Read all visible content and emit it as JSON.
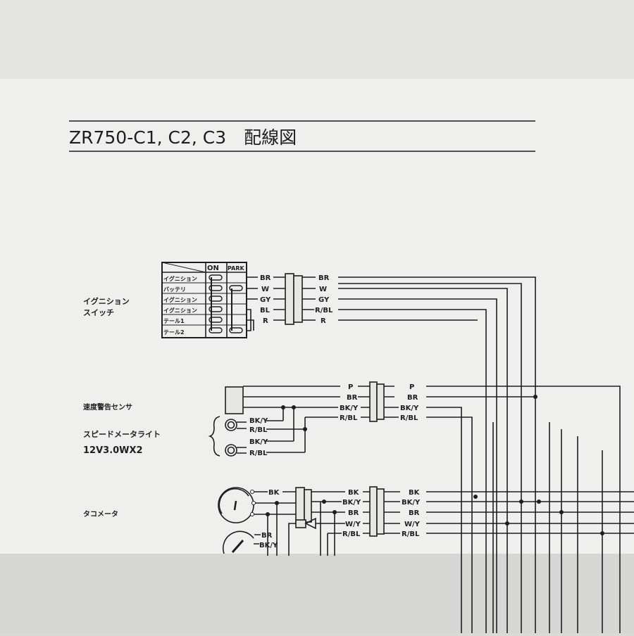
{
  "title": "ZR750-C1, C2, C3　配線図",
  "ignition_switch": {
    "label_line1": "イグニション",
    "label_line2": "スイッチ",
    "header": [
      "ON",
      "PARK"
    ],
    "rows": [
      "イグニション",
      "バッテリ",
      "イグニション",
      "イグニション",
      "テール1",
      "テール2"
    ],
    "wires_left": [
      "BR",
      "W",
      "GY",
      "BL",
      "R"
    ],
    "wires_right": [
      "BR",
      "W",
      "GY",
      "R/BL",
      "R"
    ]
  },
  "speed_sensor": {
    "label": "速度警告センサ",
    "wires_left": [
      "P",
      "BR",
      "BK/Y",
      "R/BL"
    ],
    "wires_right": [
      "P",
      "BR",
      "BK/Y",
      "R/BL"
    ]
  },
  "speedometer_light": {
    "label_line1": "スピードメータライト",
    "label_line2": "12V3.0WX2",
    "wires": [
      "BK/Y",
      "R/BL",
      "BK/Y",
      "R/BL"
    ]
  },
  "tachometer": {
    "label": "タコメータ",
    "wire_out": "BK",
    "wires_left": [
      "BK",
      "BK/Y",
      "BR",
      "W/Y",
      "R/BL"
    ],
    "wires_right": [
      "BK",
      "BK/Y",
      "BR",
      "W/Y",
      "R/BL"
    ]
  },
  "fuel_gauge": {
    "wires": [
      "BR",
      "BK/Y"
    ]
  }
}
